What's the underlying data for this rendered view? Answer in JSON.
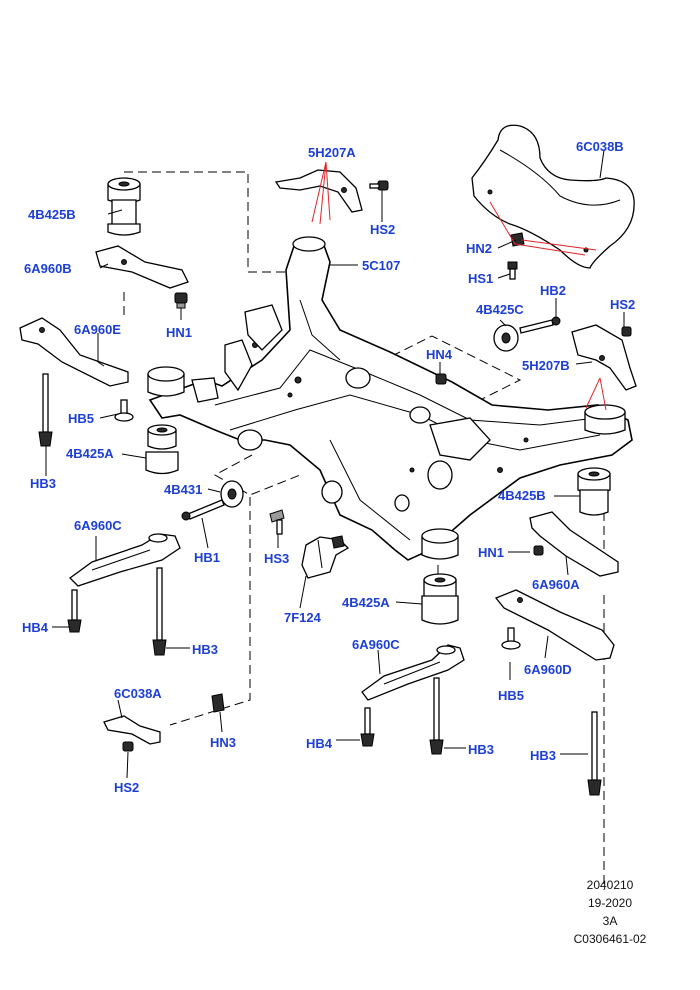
{
  "labels": {
    "5H207A": "5H207A",
    "6C038B": "6C038B",
    "4B425B": "4B425B",
    "6A960B": "6A960B",
    "HS2": "HS2",
    "5C107": "5C107",
    "HN2": "HN2",
    "HS1": "HS1",
    "HN1": "HN1",
    "6A960E": "6A960E",
    "4B425C": "4B425C",
    "HB2": "HB2",
    "HN4": "HN4",
    "5H207B": "5H207B",
    "HB5": "HB5",
    "4B425A": "4B425A",
    "HB3": "HB3",
    "4B431": "4B431",
    "6A960C": "6A960C",
    "HB1": "HB1",
    "HS3": "HS3",
    "7F124": "7F124",
    "6A960A": "6A960A",
    "HB4": "HB4",
    "6A960D": "6A960D",
    "6C038A": "6C038A",
    "HN3": "HN3"
  },
  "footer": {
    "line1": "2040210",
    "line2": "19-2020",
    "line3": "3A",
    "line4": "C0306461-02"
  },
  "colors": {
    "label": "#1d3fd6",
    "callout_red": "#e0232a",
    "line": "#000000"
  }
}
